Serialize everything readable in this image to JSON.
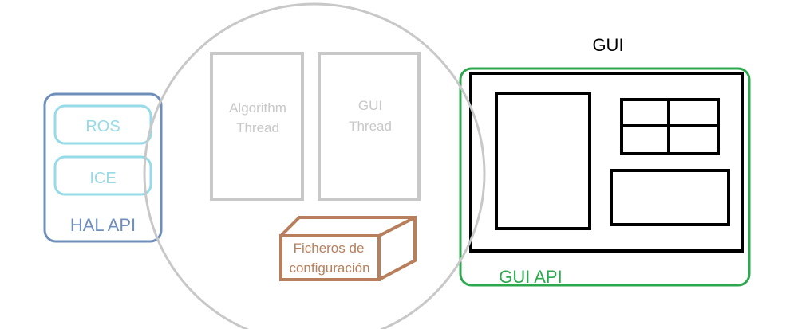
{
  "hal": {
    "label": "HAL API",
    "items": [
      "ROS",
      "ICE"
    ],
    "border_color": "#6f8fba",
    "item_color": "#96dbe8"
  },
  "core": {
    "algorithm_thread": [
      "Algorithm",
      "Thread"
    ],
    "gui_thread": [
      "GUI",
      "Thread"
    ],
    "config_box": [
      "Ficheros de",
      "configuración"
    ],
    "circle_color": "#c8c8c8",
    "thread_color": "#c8c8c8",
    "config_color": "#b87f5c"
  },
  "gui": {
    "title": "GUI",
    "api_label": "GUI API",
    "api_color": "#2ea84f",
    "window_color": "#000000"
  }
}
